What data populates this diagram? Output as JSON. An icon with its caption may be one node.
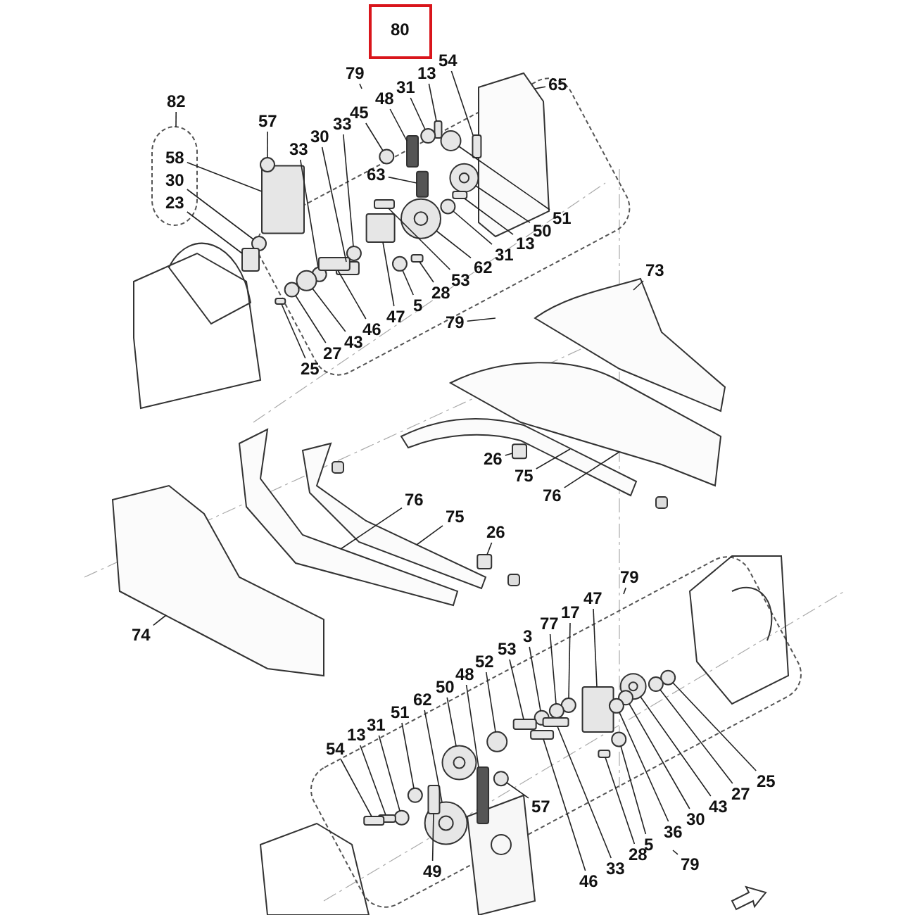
{
  "diagram": {
    "nodes": [
      {
        "text": [
          "80"
        ]
      },
      {
        "text": [
          "79"
        ]
      },
      {
        "text": [
          "54"
        ]
      },
      {
        "text": [
          "13"
        ]
      },
      {
        "text": [
          "31"
        ]
      },
      {
        "text": [
          "48"
        ]
      },
      {
        "text": [
          "45"
        ]
      },
      {
        "text": [
          "33"
        ]
      },
      {
        "text": [
          "30"
        ]
      },
      {
        "text": [
          "33"
        ]
      },
      {
        "text": [
          "65"
        ]
      },
      {
        "text": [
          "82"
        ]
      },
      {
        "text": [
          "58"
        ]
      },
      {
        "text": [
          "30"
        ]
      },
      {
        "text": [
          "23"
        ]
      },
      {
        "text": [
          "57"
        ]
      },
      {
        "text": [
          "63"
        ]
      },
      {
        "text": [
          "51"
        ]
      },
      {
        "text": [
          "50"
        ]
      },
      {
        "text": [
          "13"
        ]
      },
      {
        "text": [
          "31"
        ]
      },
      {
        "text": [
          "62"
        ]
      },
      {
        "text": [
          "53"
        ]
      },
      {
        "text": [
          "28"
        ]
      },
      {
        "text": [
          "5"
        ]
      },
      {
        "text": [
          "47"
        ]
      },
      {
        "text": [
          "46"
        ]
      },
      {
        "text": [
          "43"
        ]
      },
      {
        "text": [
          "27"
        ]
      },
      {
        "text": [
          "25"
        ]
      },
      {
        "text": [
          "79"
        ]
      },
      {
        "text": [
          "73"
        ]
      },
      {
        "text": [
          "26"
        ]
      },
      {
        "text": [
          "75"
        ]
      },
      {
        "text": [
          "76"
        ]
      },
      {
        "text": [
          "76"
        ]
      },
      {
        "text": [
          "75"
        ]
      },
      {
        "text": [
          "26"
        ]
      },
      {
        "text": [
          "74"
        ]
      },
      {
        "text": [
          "79"
        ]
      },
      {
        "text": [
          "47"
        ]
      },
      {
        "text": [
          "17"
        ]
      },
      {
        "text": [
          "77"
        ]
      },
      {
        "text": [
          "3"
        ]
      },
      {
        "text": [
          "53"
        ]
      },
      {
        "text": [
          "52"
        ]
      },
      {
        "text": [
          "48"
        ]
      },
      {
        "text": [
          "50"
        ]
      },
      {
        "text": [
          "62"
        ]
      },
      {
        "text": [
          "51"
        ]
      },
      {
        "text": [
          "31"
        ]
      },
      {
        "text": [
          "13"
        ]
      },
      {
        "text": [
          "54"
        ]
      },
      {
        "text": [
          "57"
        ]
      },
      {
        "text": [
          "49"
        ]
      },
      {
        "text": [
          "25"
        ]
      },
      {
        "text": [
          "27"
        ]
      },
      {
        "text": [
          "43"
        ]
      },
      {
        "text": [
          "30"
        ]
      },
      {
        "text": [
          "36"
        ]
      },
      {
        "text": [
          "5"
        ]
      },
      {
        "text": [
          "28"
        ]
      },
      {
        "text": [
          "33"
        ]
      },
      {
        "text": [
          "46"
        ]
      },
      {
        "text": [
          "79"
        ]
      },
      {
        "text": [],
        "shape": "picture"
      },
      {
        "text": [],
        "shape": "picture"
      },
      {
        "text": [],
        "shape": "box"
      },
      {
        "text": [],
        "shape": "picture"
      },
      {
        "text": [],
        "shape": "picture"
      },
      {
        "text": [],
        "shape": "picture"
      },
      {
        "text": [],
        "shape": "picture"
      },
      {
        "text": [],
        "shape": "box"
      },
      {
        "text": [],
        "shape": "picture"
      },
      {
        "text": [],
        "shape": "box"
      },
      {
        "text": [],
        "shape": "box"
      },
      {
        "text": [],
        "shape": "circle"
      },
      {
        "text": [],
        "shape": "box"
      },
      {
        "text": [],
        "shape": "circle"
      },
      {
        "text": [],
        "shape": "circle"
      },
      {
        "text": [],
        "shape": "box"
      },
      {
        "text": [],
        "shape": "circle"
      },
      {
        "text": [],
        "shape": "box"
      },
      {
        "text": [],
        "shape": "circle"
      },
      {
        "text": [],
        "shape": "box"
      },
      {
        "text": [],
        "shape": "circle"
      },
      {
        "text": [],
        "shape": "box"
      },
      {
        "text": [],
        "shape": "circle"
      },
      {
        "text": [],
        "shape": "circle"
      },
      {
        "text": [],
        "shape": "box"
      },
      {
        "text": [],
        "shape": "circle"
      },
      {
        "text": [],
        "shape": "circle"
      },
      {
        "text": [],
        "shape": "box"
      },
      {
        "text": [],
        "shape": "box"
      },
      {
        "text": [],
        "shape": "circle"
      },
      {
        "text": [],
        "shape": "box"
      },
      {
        "text": [],
        "shape": "box"
      },
      {
        "text": [],
        "shape": "circle"
      },
      {
        "text": [],
        "shape": "circle"
      },
      {
        "text": [],
        "shape": "box"
      },
      {
        "text": [],
        "shape": "box"
      },
      {
        "text": [],
        "shape": "circle"
      },
      {
        "text": [],
        "shape": "circle"
      },
      {
        "text": [],
        "shape": "circle"
      },
      {
        "text": [],
        "shape": "box"
      },
      {
        "text": [],
        "shape": "circle"
      },
      {
        "text": [],
        "shape": "box"
      },
      {
        "text": [],
        "shape": "circle"
      },
      {
        "text": [],
        "shape": "circle"
      },
      {
        "text": [],
        "shape": "circle"
      },
      {
        "text": [],
        "shape": "circle"
      },
      {
        "text": [],
        "shape": "box"
      },
      {
        "text": [],
        "shape": "box"
      },
      {
        "text": [],
        "shape": "circle"
      },
      {
        "text": [],
        "shape": "box"
      },
      {
        "text": [],
        "shape": "circle"
      },
      {
        "text": [],
        "shape": "circle"
      },
      {
        "text": [],
        "shape": "circle"
      },
      {
        "text": [],
        "shape": "circle"
      },
      {
        "text": [],
        "shape": "circle"
      },
      {
        "text": [],
        "shape": "circle"
      },
      {
        "text": [],
        "shape": "box"
      },
      {
        "text": [],
        "shape": "box"
      },
      {
        "text": [],
        "shape": "box"
      }
    ],
    "edges": [
      {
        "from": 1,
        "to": null,
        "arrow": "none"
      },
      {
        "from": 2,
        "to": 74,
        "arrow": "none"
      },
      {
        "from": 3,
        "to": 75,
        "arrow": "none"
      },
      {
        "from": 4,
        "to": 76,
        "arrow": "none"
      },
      {
        "from": 5,
        "to": 77,
        "arrow": "none"
      },
      {
        "from": 6,
        "to": 78,
        "arrow": "none"
      },
      {
        "from": 7,
        "to": 79,
        "arrow": "none"
      },
      {
        "from": 8,
        "to": 80,
        "arrow": "none"
      },
      {
        "from": 9,
        "to": 81,
        "arrow": "none"
      },
      {
        "from": 10,
        "to": 65,
        "arrow": "none"
      },
      {
        "from": 11,
        "to": null,
        "arrow": "none"
      },
      {
        "from": 12,
        "to": 82,
        "arrow": "none"
      },
      {
        "from": 13,
        "to": 83,
        "arrow": "none"
      },
      {
        "from": 14,
        "to": 84,
        "arrow": "none"
      },
      {
        "from": 15,
        "to": 85,
        "arrow": "none"
      },
      {
        "from": 16,
        "to": 86,
        "arrow": "none"
      },
      {
        "from": 17,
        "to": 87,
        "arrow": "none"
      },
      {
        "from": 18,
        "to": 88,
        "arrow": "none"
      },
      {
        "from": 19,
        "to": 89,
        "arrow": "none"
      },
      {
        "from": 20,
        "to": 90,
        "arrow": "none"
      },
      {
        "from": 21,
        "to": 91,
        "arrow": "none"
      },
      {
        "from": 22,
        "to": 92,
        "arrow": "none"
      },
      {
        "from": 23,
        "to": 93,
        "arrow": "none"
      },
      {
        "from": 24,
        "to": 94,
        "arrow": "none"
      },
      {
        "from": 25,
        "to": 95,
        "arrow": "none"
      },
      {
        "from": 26,
        "to": 96,
        "arrow": "none"
      },
      {
        "from": 27,
        "to": 97,
        "arrow": "none"
      },
      {
        "from": 28,
        "to": 98,
        "arrow": "none"
      },
      {
        "from": 29,
        "to": 99,
        "arrow": "none"
      },
      {
        "from": 30,
        "to": null,
        "arrow": "none"
      },
      {
        "from": 31,
        "to": 66,
        "arrow": "none"
      },
      {
        "from": 32,
        "to": 67,
        "arrow": "none"
      },
      {
        "from": 33,
        "to": 68,
        "arrow": "none"
      },
      {
        "from": 34,
        "to": 69,
        "arrow": "none"
      },
      {
        "from": 35,
        "to": 70,
        "arrow": "none"
      },
      {
        "from": 36,
        "to": 71,
        "arrow": "none"
      },
      {
        "from": 37,
        "to": 72,
        "arrow": "none"
      },
      {
        "from": 38,
        "to": 73,
        "arrow": "none"
      },
      {
        "from": 39,
        "to": null,
        "arrow": "none"
      },
      {
        "from": 40,
        "to": 100,
        "arrow": "none"
      },
      {
        "from": 41,
        "to": 101,
        "arrow": "none"
      },
      {
        "from": 42,
        "to": 102,
        "arrow": "none"
      },
      {
        "from": 43,
        "to": 103,
        "arrow": "none"
      },
      {
        "from": 44,
        "to": 104,
        "arrow": "none"
      },
      {
        "from": 45,
        "to": 105,
        "arrow": "none"
      },
      {
        "from": 46,
        "to": 106,
        "arrow": "none"
      },
      {
        "from": 47,
        "to": 107,
        "arrow": "none"
      },
      {
        "from": 48,
        "to": 108,
        "arrow": "none"
      },
      {
        "from": 49,
        "to": 109,
        "arrow": "none"
      },
      {
        "from": 50,
        "to": 110,
        "arrow": "none"
      },
      {
        "from": 51,
        "to": 111,
        "arrow": "none"
      },
      {
        "from": 52,
        "to": 112,
        "arrow": "none"
      },
      {
        "from": 53,
        "to": 113,
        "arrow": "none"
      },
      {
        "from": 54,
        "to": 114,
        "arrow": "none"
      },
      {
        "from": 55,
        "to": 115,
        "arrow": "none"
      },
      {
        "from": 56,
        "to": 116,
        "arrow": "none"
      },
      {
        "from": 57,
        "to": 117,
        "arrow": "none"
      },
      {
        "from": 58,
        "to": 118,
        "arrow": "none"
      },
      {
        "from": 59,
        "to": 119,
        "arrow": "none"
      },
      {
        "from": 60,
        "to": 120,
        "arrow": "none"
      },
      {
        "from": 61,
        "to": 121,
        "arrow": "none"
      },
      {
        "from": 62,
        "to": 122,
        "arrow": "none"
      },
      {
        "from": 63,
        "to": 123,
        "arrow": "none"
      },
      {
        "from": 64,
        "to": null,
        "arrow": "none"
      }
    ]
  }
}
